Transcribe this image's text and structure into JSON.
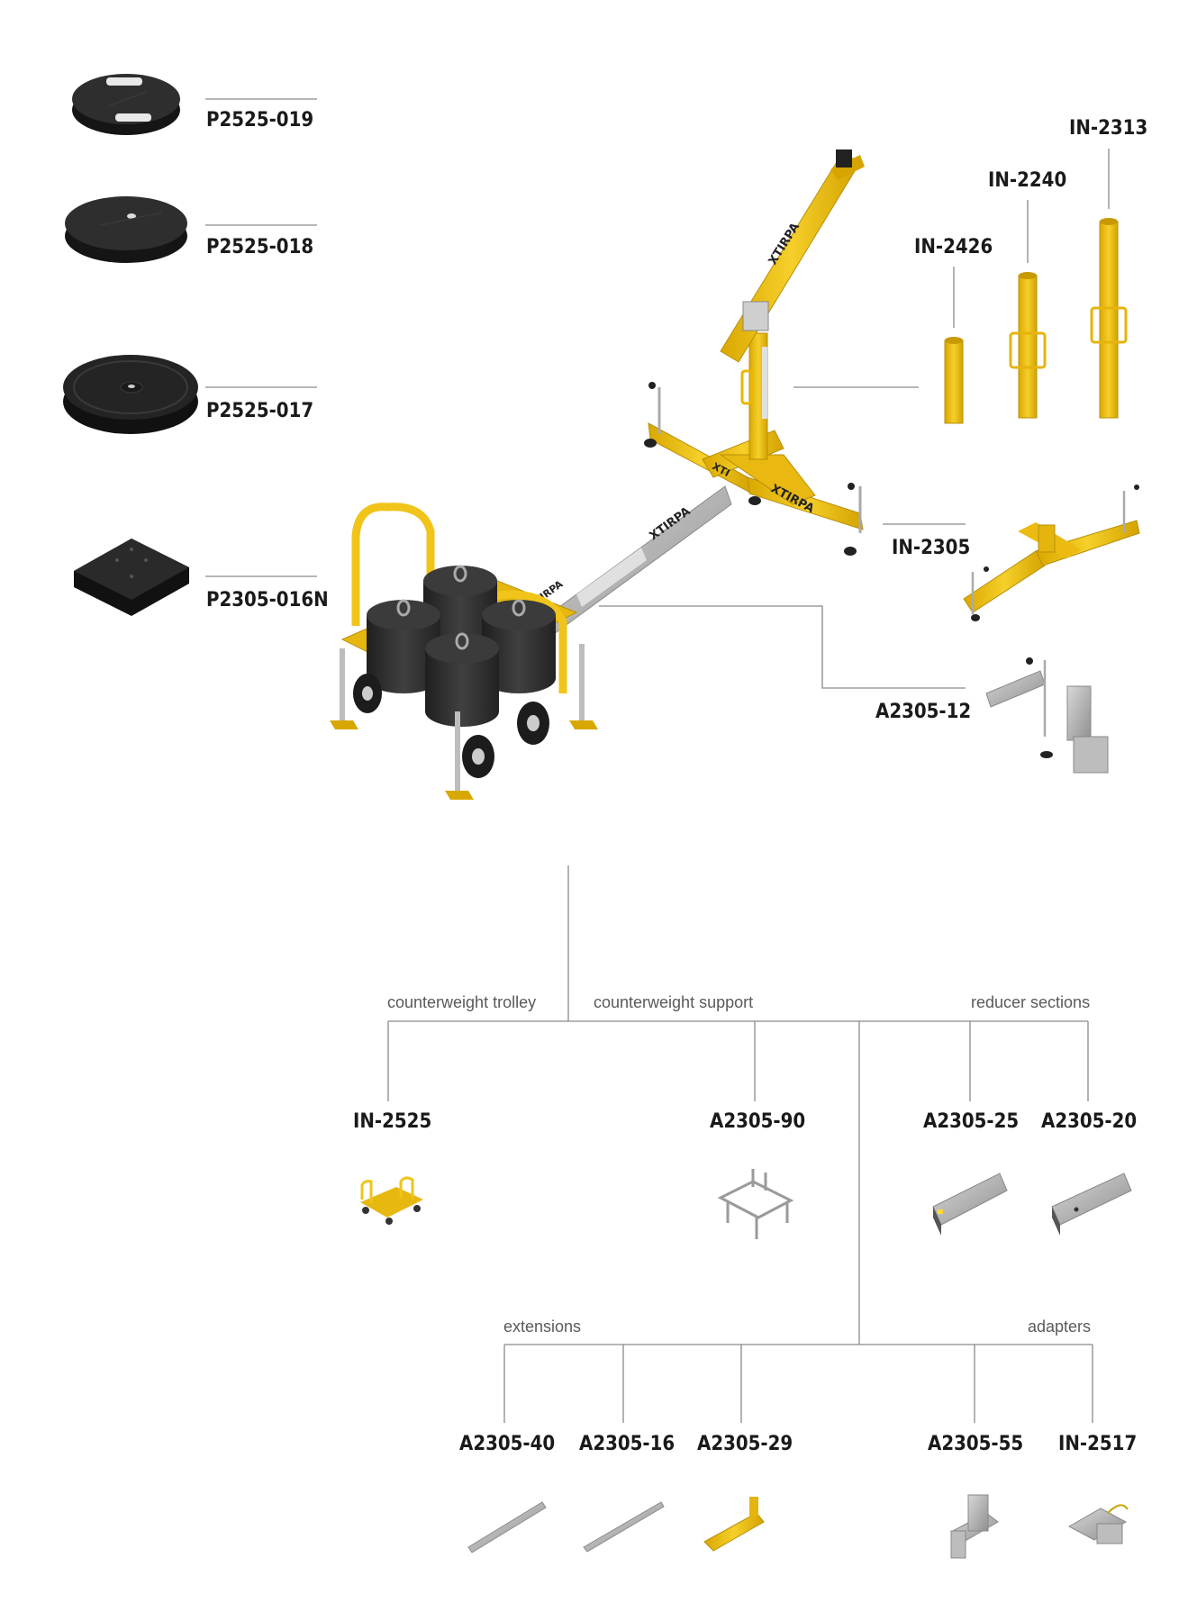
{
  "part_labels": {
    "p2525_019": "P2525-019",
    "p2525_018": "P2525-018",
    "p2525_017": "P2525-017",
    "p2305_016n": "P2305-016N",
    "in_2313": "IN-2313",
    "in_2240": "IN-2240",
    "in_2426": "IN-2426",
    "in_2305": "IN-2305",
    "a2305_12": "A2305-12",
    "in_2525": "IN-2525",
    "a2305_90": "A2305-90",
    "a2305_25": "A2305-25",
    "a2305_20": "A2305-20",
    "a2305_40": "A2305-40",
    "a2305_16": "A2305-16",
    "a2305_29": "A2305-29",
    "a2305_55": "A2305-55",
    "in_2517": "IN-2517"
  },
  "group_labels": {
    "counterweight_trolley": "counterweight trolley",
    "counterweight_support": "counterweight support",
    "reducer_sections": "reducer sections",
    "extensions": "extensions",
    "adapters": "adapters"
  },
  "brand_marks": [
    "XTIRPA"
  ],
  "colors": {
    "accent_yellow": "#f2c21a",
    "dark_weight": "#2b2b2b",
    "steel": "#b8b8b8",
    "line": "#8a8a8a",
    "label": "#1a1a1a"
  }
}
